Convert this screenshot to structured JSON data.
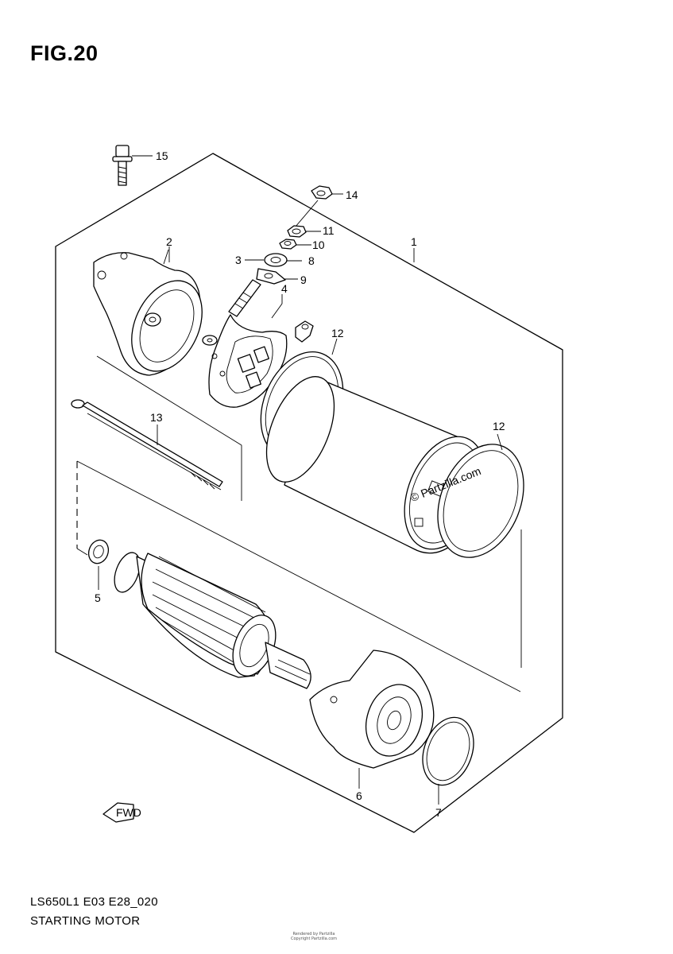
{
  "figure": {
    "title": "FIG.20",
    "code": "LS650L1 E03 E28_020",
    "name": "STARTING MOTOR",
    "small_print_1": "Rendered by Partzilla",
    "small_print_2": "Copyright Partzilla.com",
    "fwd_label": "FWD"
  },
  "watermark": "© Partzilla.com",
  "callouts": {
    "c1": "1",
    "c2": "2",
    "c3": "3",
    "c4": "4",
    "c5": "5",
    "c6": "6",
    "c7": "7",
    "c8": "8",
    "c9": "9",
    "c10": "10",
    "c11": "11",
    "c12a": "12",
    "c12b": "12",
    "c13": "13",
    "c14": "14",
    "c15": "15"
  }
}
